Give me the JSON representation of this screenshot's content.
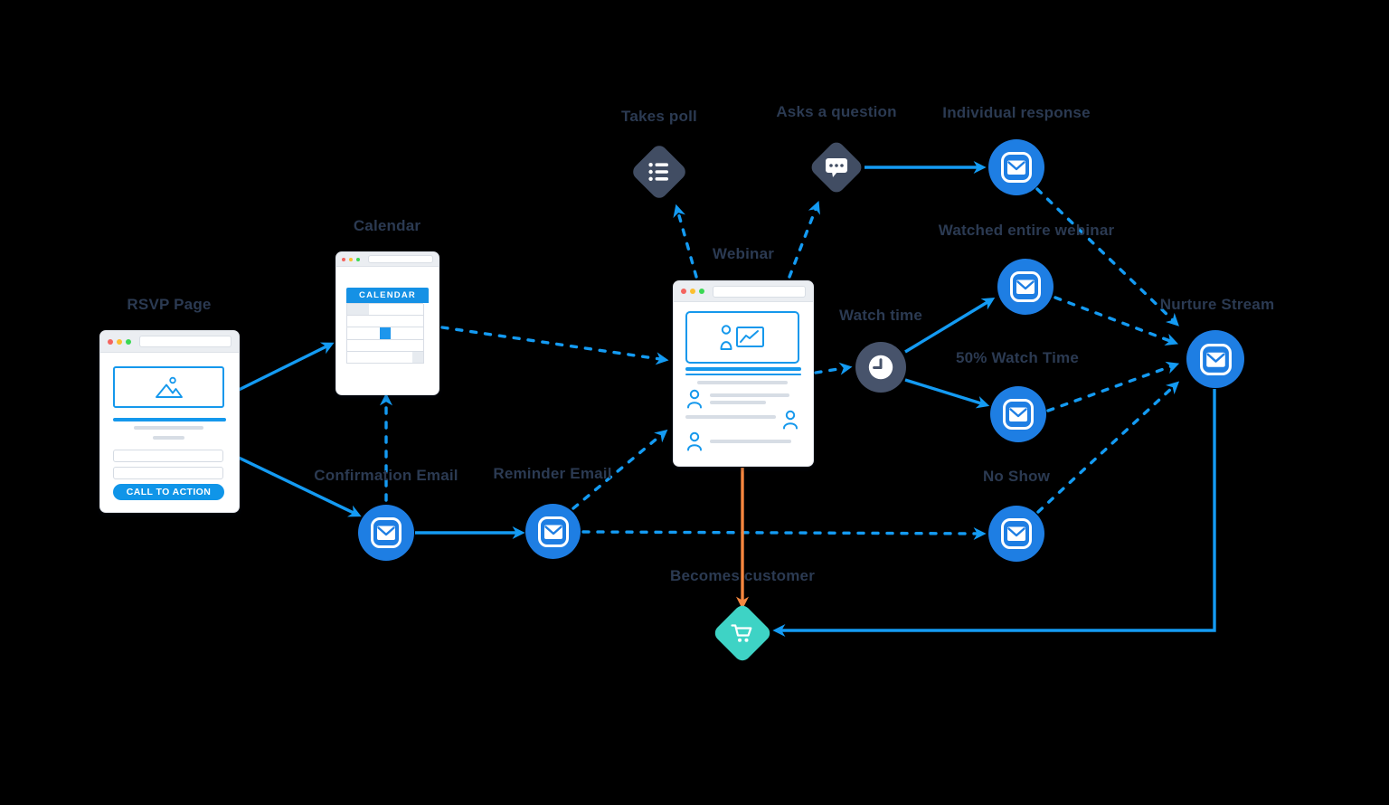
{
  "colors": {
    "arrow_blue": "#149BF3",
    "arrow_orange": "#F6873F",
    "node_blue": "#1E7EE3",
    "node_slate": "#414D63",
    "clock_slate": "#47536B",
    "node_teal": "#3ED3C5",
    "label_navy": "#2B3A52",
    "content_blue": "#1598EC",
    "content_gray": "#D7DDE5"
  },
  "nodes": {
    "rsvp_page": {
      "label": "RSVP Page",
      "cta": "CALL TO ACTION",
      "icon": "image-mountain-icon"
    },
    "calendar": {
      "label": "Calendar",
      "header": "CALENDAR",
      "grid": {
        "cols": 7,
        "rows": 5,
        "selected_cell": [
          3,
          4
        ],
        "muted_cells": [
          [
            1,
            1
          ],
          [
            1,
            2
          ],
          [
            5,
            7
          ]
        ]
      }
    },
    "confirmation_email": {
      "label": "Confirmation Email",
      "icon": "envelope-icon"
    },
    "reminder_email": {
      "label": "Reminder Email",
      "icon": "envelope-icon"
    },
    "webinar": {
      "label": "Webinar",
      "icon": "presenter-chart-icon"
    },
    "takes_poll": {
      "label": "Takes poll",
      "icon": "poll-list-icon"
    },
    "asks_question": {
      "label": "Asks a question",
      "icon": "chat-bubble-icon"
    },
    "individual_response": {
      "label": "Individual response",
      "icon": "envelope-icon"
    },
    "watch_time": {
      "label": "Watch time",
      "icon": "clock-icon"
    },
    "watched_entire_webinar": {
      "label": "Watched entire webinar",
      "icon": "envelope-icon"
    },
    "fifty_percent_watch_time": {
      "label": "50% Watch Time",
      "icon": "envelope-icon"
    },
    "no_show": {
      "label": "No Show",
      "icon": "envelope-icon"
    },
    "nurture_stream": {
      "label": "Nurture Stream",
      "icon": "envelope-icon"
    },
    "becomes_customer": {
      "label": "Becomes customer",
      "icon": "cart-icon"
    }
  },
  "edges": [
    {
      "from": "rsvp_page",
      "to": "calendar",
      "style": "solid"
    },
    {
      "from": "rsvp_page",
      "to": "confirmation_email",
      "style": "solid"
    },
    {
      "from": "confirmation_email",
      "to": "calendar",
      "style": "dashed"
    },
    {
      "from": "calendar",
      "to": "webinar",
      "style": "dashed"
    },
    {
      "from": "confirmation_email",
      "to": "reminder_email",
      "style": "solid"
    },
    {
      "from": "reminder_email",
      "to": "webinar",
      "style": "dashed"
    },
    {
      "from": "reminder_email",
      "to": "no_show",
      "style": "dashed"
    },
    {
      "from": "webinar",
      "to": "takes_poll",
      "style": "dashed"
    },
    {
      "from": "webinar",
      "to": "asks_question",
      "style": "dashed"
    },
    {
      "from": "asks_question",
      "to": "individual_response",
      "style": "solid"
    },
    {
      "from": "webinar",
      "to": "watch_time",
      "style": "dashed"
    },
    {
      "from": "watch_time",
      "to": "watched_entire_webinar",
      "style": "solid"
    },
    {
      "from": "watch_time",
      "to": "fifty_percent_watch_time",
      "style": "solid"
    },
    {
      "from": "individual_response",
      "to": "nurture_stream",
      "style": "dashed"
    },
    {
      "from": "watched_entire_webinar",
      "to": "nurture_stream",
      "style": "dashed"
    },
    {
      "from": "fifty_percent_watch_time",
      "to": "nurture_stream",
      "style": "dashed"
    },
    {
      "from": "no_show",
      "to": "nurture_stream",
      "style": "dashed"
    },
    {
      "from": "webinar",
      "to": "becomes_customer",
      "style": "solid-orange"
    },
    {
      "from": "nurture_stream",
      "to": "becomes_customer",
      "style": "solid"
    }
  ]
}
